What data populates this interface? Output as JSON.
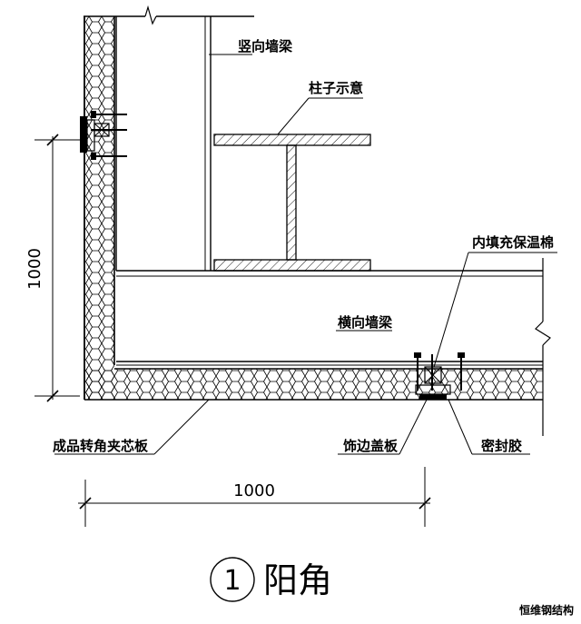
{
  "labels": {
    "vertical_beam": "竖向墙梁",
    "column": "柱子示意",
    "infill": "内填充保温棉",
    "horizontal_beam": "横向墙梁",
    "sandwich_panel": "成品转角夹芯板",
    "trim_cover": "饰边盖板",
    "sealant": "密封胶"
  },
  "dimensions": {
    "vertical": "1000",
    "horizontal": "1000"
  },
  "title": {
    "number": "1",
    "text": "阳角"
  },
  "watermark": "恒维钢结构"
}
